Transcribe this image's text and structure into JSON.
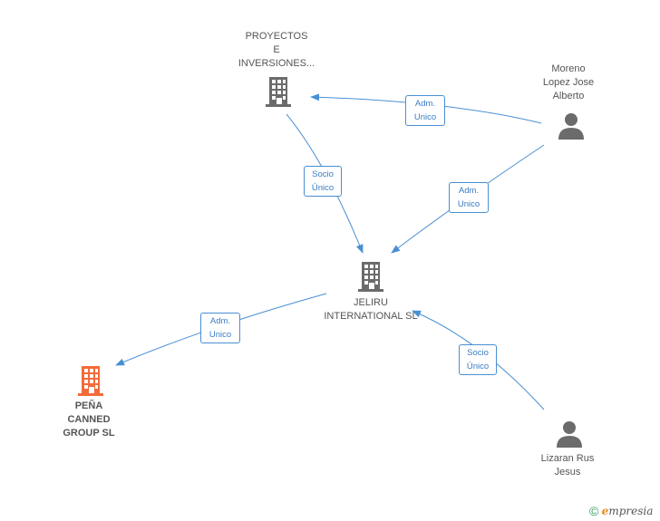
{
  "colors": {
    "edge": "#4a8fd4",
    "company_icon": "#6b6b6b",
    "highlight_icon": "#f26b3a",
    "person_icon": "#6b6b6b"
  },
  "nodes": {
    "proyectos": {
      "lines": [
        "PROYECTOS",
        "E",
        "INVERSIONES..."
      ],
      "icon": "building-icon"
    },
    "moreno": {
      "lines": [
        "Moreno",
        "Lopez Jose",
        "Alberto"
      ],
      "icon": "person-icon"
    },
    "jeliru": {
      "lines": [
        "JELIRU",
        "INTERNATIONAL SL"
      ],
      "icon": "building-icon"
    },
    "pena": {
      "lines": [
        "PEÑA",
        "CANNED",
        "GROUP SL"
      ],
      "icon": "building-icon"
    },
    "lizaran": {
      "lines": [
        "Lizaran Rus",
        "Jesus"
      ],
      "icon": "person-icon"
    }
  },
  "edges": [
    {
      "from": "moreno",
      "to": "proyectos",
      "label": [
        "Adm.",
        "Unico"
      ]
    },
    {
      "from": "proyectos",
      "to": "jeliru",
      "label": [
        "Socio",
        "Único"
      ]
    },
    {
      "from": "moreno",
      "to": "jeliru",
      "label": [
        "Adm.",
        "Unico"
      ]
    },
    {
      "from": "jeliru",
      "to": "pena",
      "label": [
        "Adm.",
        "Unico"
      ]
    },
    {
      "from": "lizaran",
      "to": "jeliru",
      "label": [
        "Socio",
        "Único"
      ]
    }
  ],
  "footer": {
    "copyright": "©",
    "brand_initial": "e",
    "brand_rest": "mpresia"
  }
}
